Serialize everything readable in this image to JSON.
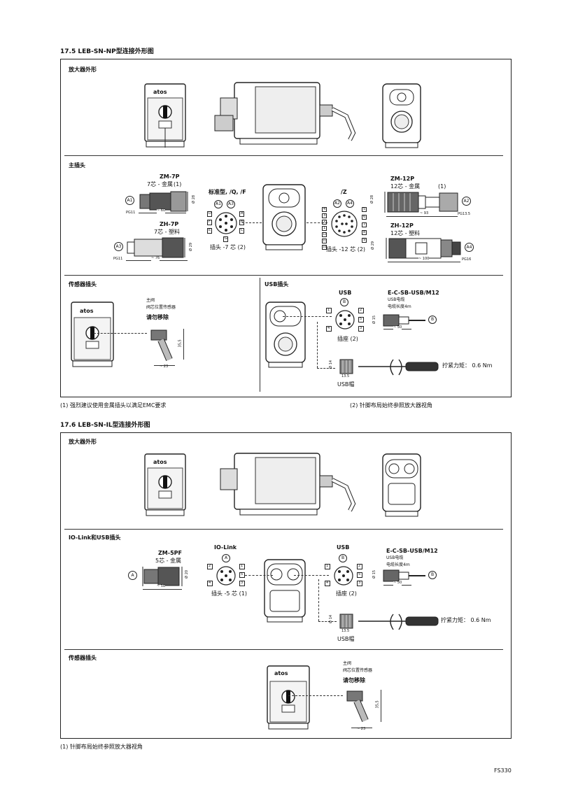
{
  "s175": {
    "title": "17.5 LEB-SN-NP型连接外形图",
    "amp_label": "放大器外形",
    "main_plug_label": "主插头",
    "zm7p": {
      "name": "ZM-7P",
      "desc": "7芯 - 金属",
      "note": "(1)",
      "a1": "A1",
      "pg": "PG11",
      "len": "~ 60",
      "dia": "Ø 28"
    },
    "zh7p": {
      "name": "ZH-7P",
      "desc": "7芯 - 塑料",
      "a3": "A3",
      "pg": "PG11",
      "len": "~ 76",
      "dia": "Ø 29"
    },
    "std": {
      "title": "标准型, /Q, /F",
      "a1": "A1",
      "a3": "A3",
      "plug": "插头 -7 芯 (2)",
      "pins_left": [
        "D",
        "F",
        "E"
      ],
      "pins_right": [
        "A",
        "B",
        "C"
      ],
      "pin_bottom": "G"
    },
    "z": {
      "title": "/Z",
      "a2": "A2",
      "a4": "A4",
      "plug": "插头 -12 芯 (2)",
      "pins_left": [
        "4",
        "3",
        "2",
        "1",
        "12",
        "11",
        "10"
      ],
      "pins_right": [
        "5",
        "6",
        "7",
        "8",
        "9"
      ]
    },
    "zm12p": {
      "name": "ZM-12P",
      "desc": "12芯 - 金属",
      "note": "(1)",
      "a2": "A2",
      "pg": "PG13.5",
      "len": "~ 93",
      "dia": "Ø 28"
    },
    "zh12p": {
      "name": "ZH-12P",
      "desc": "12芯 - 塑料",
      "a4": "A4",
      "pg": "PG16",
      "len": "~ 100",
      "dia": "Ø 29"
    },
    "sensor_label": "传感器插头",
    "sensor": {
      "l1": "主阀",
      "l2": "阀芯位置传感器",
      "l3": "请勿移除",
      "h": "35,5",
      "w": "~ 23"
    },
    "usb_label": "USB插头",
    "usb": {
      "title": "USB",
      "b": "B",
      "pins_left": [
        "1",
        "4"
      ],
      "pins_right": [
        "2",
        "3",
        "5"
      ],
      "socket": "插座 (2)",
      "cable_title": "E-C-SB-USB/M12",
      "cable_l1": "USB电缆",
      "cable_l2": "电缆长度4m",
      "cable_dia": "Ø 15",
      "cable_len": "~ 50",
      "cap_dia": "Ø 14",
      "cap_len": "13.5",
      "cap": "USB帽",
      "torque": "拧紧力矩： 0.6 Nm"
    },
    "logo": "atos"
  },
  "notes1": {
    "n1": "(1)  强烈建议使用金属插头以满足EMC要求",
    "n2": "(2)  针脚布局始终参照放大器视角"
  },
  "s176": {
    "title": "17.6 LEB-SN-IL型连接外形图",
    "amp_label": "放大器外形",
    "io_label": "IO-Link和USB插头",
    "zm5pf": {
      "name": "ZM-5PF",
      "desc": "5芯 - 金属",
      "a": "A",
      "len": "~ 58",
      "dia": "Ø 20"
    },
    "iolink": {
      "title": "IO-Link",
      "a": "A",
      "pins_left": [
        "2",
        "4"
      ],
      "pins_right": [
        "1",
        "5",
        "3"
      ],
      "plug": "插头 -5 芯 (1)"
    },
    "usb": {
      "title": "USB",
      "b": "B",
      "pins_left": [
        "1",
        "4"
      ],
      "pins_right": [
        "2",
        "3",
        "5"
      ],
      "socket": "插座 (2)",
      "cable_title": "E-C-SB-USB/M12",
      "cable_l1": "USB电缆",
      "cable_l2": "电缆长度4m",
      "cable_dia": "Ø 15",
      "cable_len": "~ 50",
      "cap_dia": "Ø 14",
      "cap_len": "13.5",
      "cap": "USB帽",
      "torque": "拧紧力矩： 0.6 Nm"
    },
    "sensor_label": "传感器插头",
    "sensor": {
      "l1": "主阀",
      "l2": "阀芯位置传感器",
      "l3": "请勿移除",
      "h": "35,5",
      "w": "~ 23"
    },
    "logo": "atos"
  },
  "notes2": {
    "n1": "(1) 针脚布局始终参照放大器视角"
  },
  "footer": {
    "code": "FS330"
  }
}
